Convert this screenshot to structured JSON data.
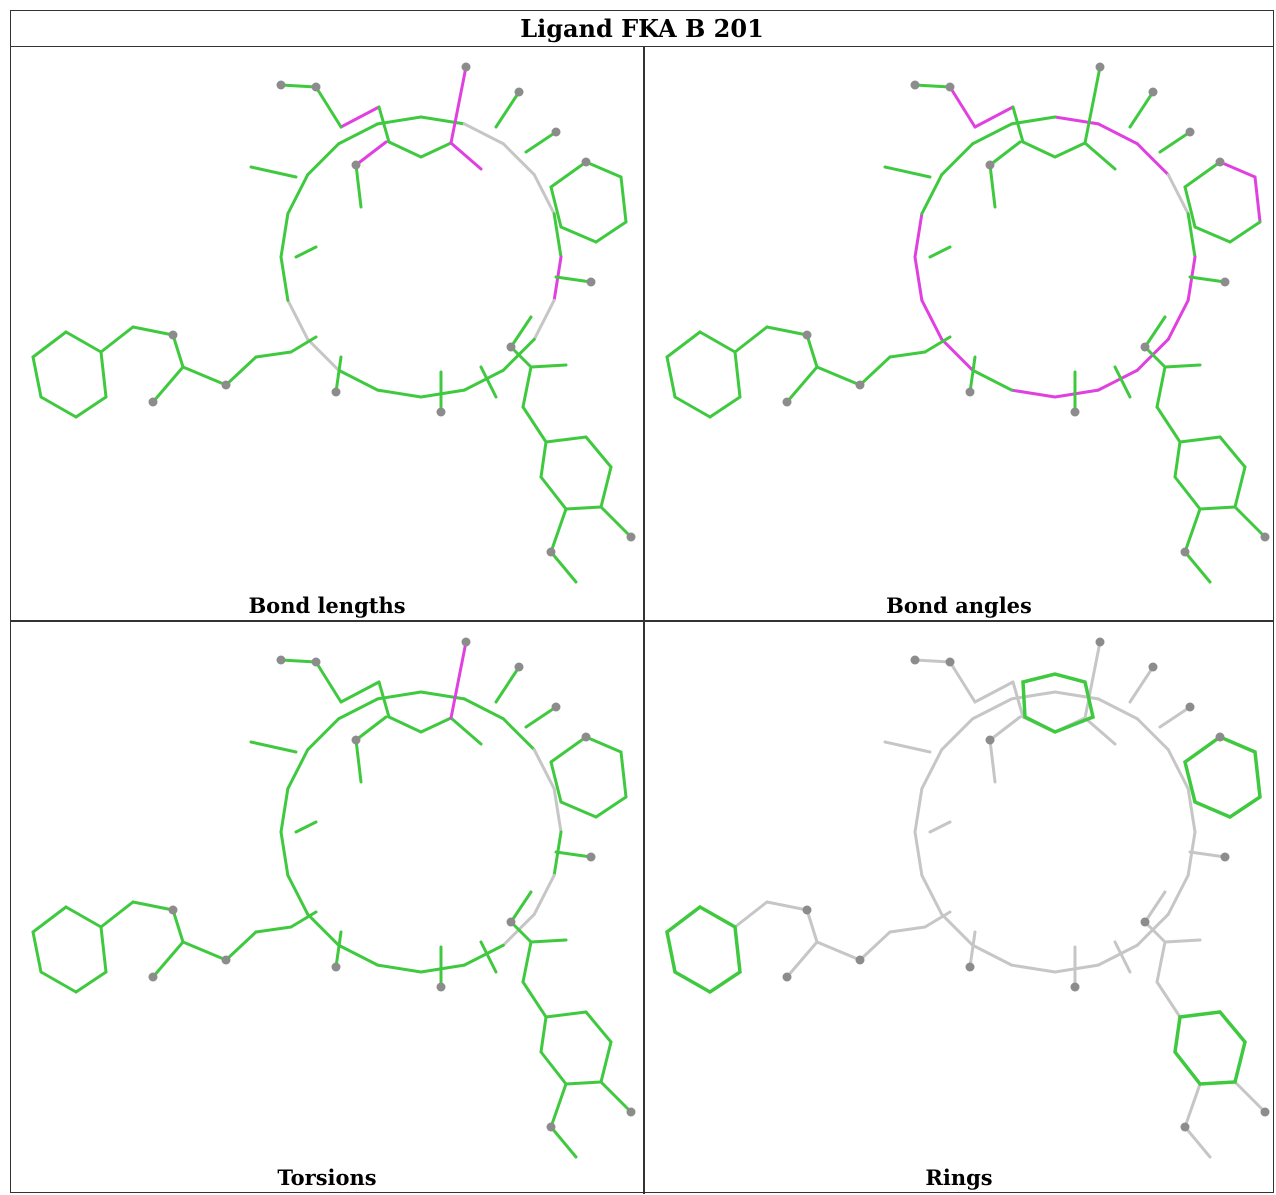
{
  "title": "Ligand FKA B 201",
  "panels": [
    {
      "caption": "Bond lengths",
      "highlight": [
        [
          5,
          6
        ],
        [
          26,
          27
        ],
        [
          27,
          28
        ],
        [
          20,
          21
        ],
        [
          32,
          33
        ]
      ],
      "gray": [
        [
          1,
          2
        ],
        [
          2,
          3
        ],
        [
          3,
          4
        ],
        [
          6,
          7
        ],
        [
          12,
          13
        ],
        [
          13,
          14
        ],
        [
          30,
          31
        ]
      ]
    },
    {
      "caption": "Bond angles",
      "highlight": [
        [
          0,
          1
        ],
        [
          1,
          2
        ],
        [
          2,
          3
        ],
        [
          5,
          6
        ],
        [
          6,
          7
        ],
        [
          7,
          8
        ],
        [
          8,
          9
        ],
        [
          9,
          10
        ],
        [
          10,
          11
        ],
        [
          12,
          13
        ],
        [
          13,
          14
        ],
        [
          14,
          15
        ],
        [
          15,
          16
        ],
        [
          20,
          21
        ],
        [
          21,
          22
        ],
        [
          35,
          36
        ],
        [
          36,
          37
        ]
      ],
      "gray": [
        [
          2,
          3
        ],
        [
          3,
          4
        ]
      ]
    },
    {
      "caption": "Torsions",
      "highlight": [
        [
          27,
          28
        ]
      ],
      "gray": [
        [
          3,
          4
        ],
        [
          4,
          5
        ],
        [
          6,
          7
        ],
        [
          7,
          8
        ],
        [
          30,
          31
        ]
      ]
    },
    {
      "caption": "Rings",
      "highlight": [],
      "gray": "all"
    }
  ],
  "colors": {
    "normal": "#3fc93f",
    "highlight": "#e040e0",
    "neutral": "#c6c6c6",
    "atom": "#8c8c8c",
    "border": "#333333"
  }
}
